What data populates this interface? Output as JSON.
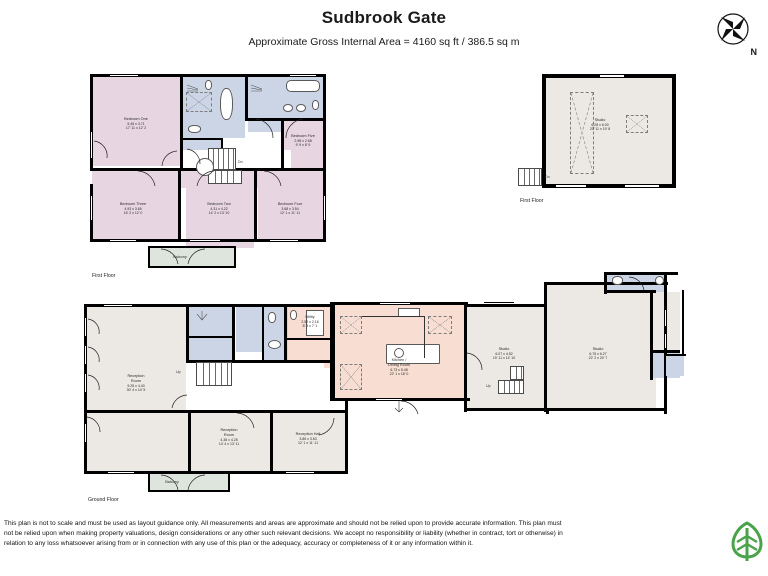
{
  "header": {
    "title": "Sudbrook Gate",
    "subtitle": "Approximate Gross Internal Area = 4160 sq ft / 386.5 sq m"
  },
  "compass": {
    "label": "N",
    "icon": "compass-rose-icon"
  },
  "logo": {
    "icon": "leaf-logo-icon",
    "color": "#4aa34a"
  },
  "floors": [
    {
      "id": "first",
      "label": "First Floor"
    },
    {
      "id": "first_annexe",
      "label": "First Floor"
    },
    {
      "id": "ground",
      "label": "Ground Floor"
    }
  ],
  "rooms": {
    "bedroom_one": {
      "name": "Bedroom One",
      "metric": "5.45 x 3.71",
      "imperial": "17' 11 x 12' 2"
    },
    "bedroom_five": {
      "name": "Bedroom Five",
      "metric": "2.98 x 2.68",
      "imperial": "9' 9 x 8' 9"
    },
    "bedroom_three": {
      "name": "Bedroom Three",
      "metric": "4.93 x 3.65",
      "imperial": "16' 2 x 12' 0"
    },
    "bedroom_two": {
      "name": "Bedroom Two",
      "metric": "4.31 x 4.22",
      "imperial": "14' 2 x 13' 10"
    },
    "bedroom_four": {
      "name": "Bedroom Four",
      "metric": "3.68 x 3.54",
      "imperial": "12' 1 x 11' 11"
    },
    "studio_first": {
      "name": "Studio",
      "metric": "6.28 x 6.00",
      "imperial": "20' 11 x 19' 8"
    },
    "reception_main": {
      "name": "Reception\nRoom",
      "line1": "Reception",
      "line2": "Room",
      "metric": "9.25 x 4.40",
      "imperial": "30' 4 x 14' 5"
    },
    "reception_two": {
      "line1": "Reception",
      "line2": "Room",
      "metric": "4.38 x 4.25",
      "imperial": "14' 4 x 13' 11"
    },
    "reception_hall": {
      "name": "Reception Hall",
      "metric": "3.86 x 3.63",
      "imperial": "12' 1 x 11' 11"
    },
    "kitchen_dining": {
      "line1": "Kitchen /",
      "line2": "Dining Room",
      "metric": "6.73 x 5.48",
      "imperial": "22' 1 x 18' 0"
    },
    "utility": {
      "name": "Utility",
      "metric": "2.52 x 2.16",
      "imperial": "8' 3 x 7' 1"
    },
    "studio_left": {
      "name": "Studio",
      "metric": "6.07 x 4.52",
      "imperial": "19' 11 x 14' 10"
    },
    "studio_right": {
      "name": "Studio",
      "metric": "6.75 x 6.27",
      "imperial": "22' 2 x 20' 7"
    },
    "balcony_first": {
      "name": "Balcony"
    },
    "balcony_ground": {
      "name": "Balcony"
    }
  },
  "stairs": {
    "down_first": "Dn",
    "down_annexe": "Dn",
    "up_ground": "Up",
    "up_studio": "Up"
  },
  "colors": {
    "bedroom": "#e8d5e2",
    "bathroom": "#ccd5e6",
    "reception": "#ece8e3",
    "kitchen": "#f7ddd2",
    "balcony": "#dde5dd",
    "wall": "#000000"
  },
  "disclaimer": "This plan is not to scale and must be used as layout guidance only. All measurements and areas are approximate and should not be relied upon to provide accurate information. This plan must not be relied upon when making property valuations, design considerations or any other such relevant decisions. We accept no responsibility or liability (whether in contract, tort or otherwise) in relation to any loss whatsoever arising from or in connection with any use of this plan or the adequacy, accuracy or completeness of it or any information within it."
}
